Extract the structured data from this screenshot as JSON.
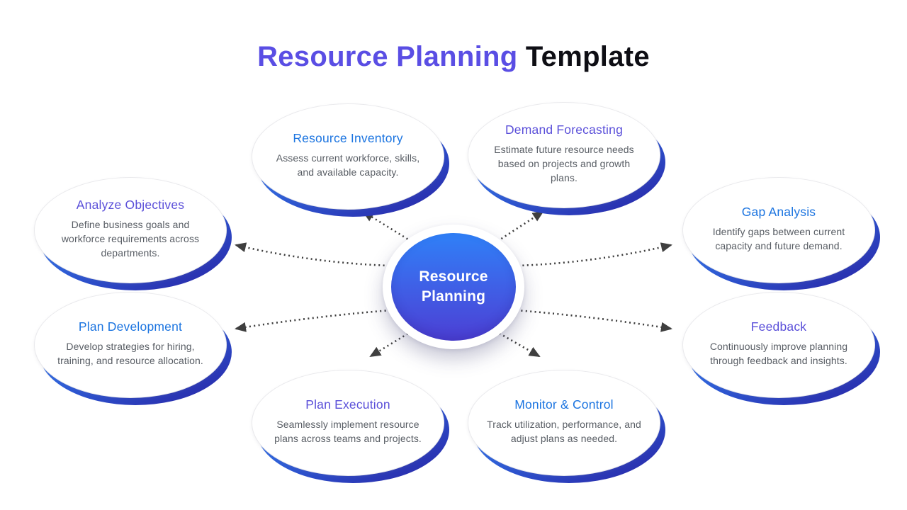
{
  "title": {
    "highlight": "Resource Planning",
    "rest": "Template"
  },
  "center": {
    "label": "Resource Planning"
  },
  "nodes": [
    {
      "id": "resource-inventory",
      "title": "Resource Inventory",
      "title_color": "#1b74e0",
      "description": "Assess current workforce, skills, and available capacity."
    },
    {
      "id": "demand-forecasting",
      "title": "Demand Forecasting",
      "title_color": "#5a4fd9",
      "description": "Estimate future resource needs based on projects and growth plans."
    },
    {
      "id": "analyze-objectives",
      "title": "Analyze Objectives",
      "title_color": "#5a4fd9",
      "description": "Define business goals and workforce requirements across departments."
    },
    {
      "id": "gap-analysis",
      "title": "Gap Analysis",
      "title_color": "#1b74e0",
      "description": "Identify gaps between current capacity and future demand."
    },
    {
      "id": "plan-development",
      "title": "Plan Development",
      "title_color": "#1b74e0",
      "description": "Develop strategies for hiring, training, and resource allocation."
    },
    {
      "id": "feedback",
      "title": "Feedback",
      "title_color": "#5a4fd9",
      "description": "Continuously improve planning through feedback and insights."
    },
    {
      "id": "plan-execution",
      "title": "Plan Execution",
      "title_color": "#5a4fd9",
      "description": "Seamlessly implement resource plans across teams and projects."
    },
    {
      "id": "monitor-control",
      "title": "Monitor & Control",
      "title_color": "#1b74e0",
      "description": "Track utilization, performance, and adjust plans as needed."
    }
  ],
  "colors": {
    "title_accent": "#5a4ee4",
    "title_rest": "#0e0e14",
    "heading_blue": "#1b74e0",
    "heading_purple": "#5a4fd9",
    "hub_gradient_top": "#2f80f7",
    "hub_gradient_bottom": "#4c3fd4",
    "ellipse_shadow_blue": "#2e63dd",
    "ellipse_shadow_indigo": "#2a2fae",
    "body_text": "#585d64",
    "arrow": "#3f3f3f",
    "background": "#ffffff"
  }
}
